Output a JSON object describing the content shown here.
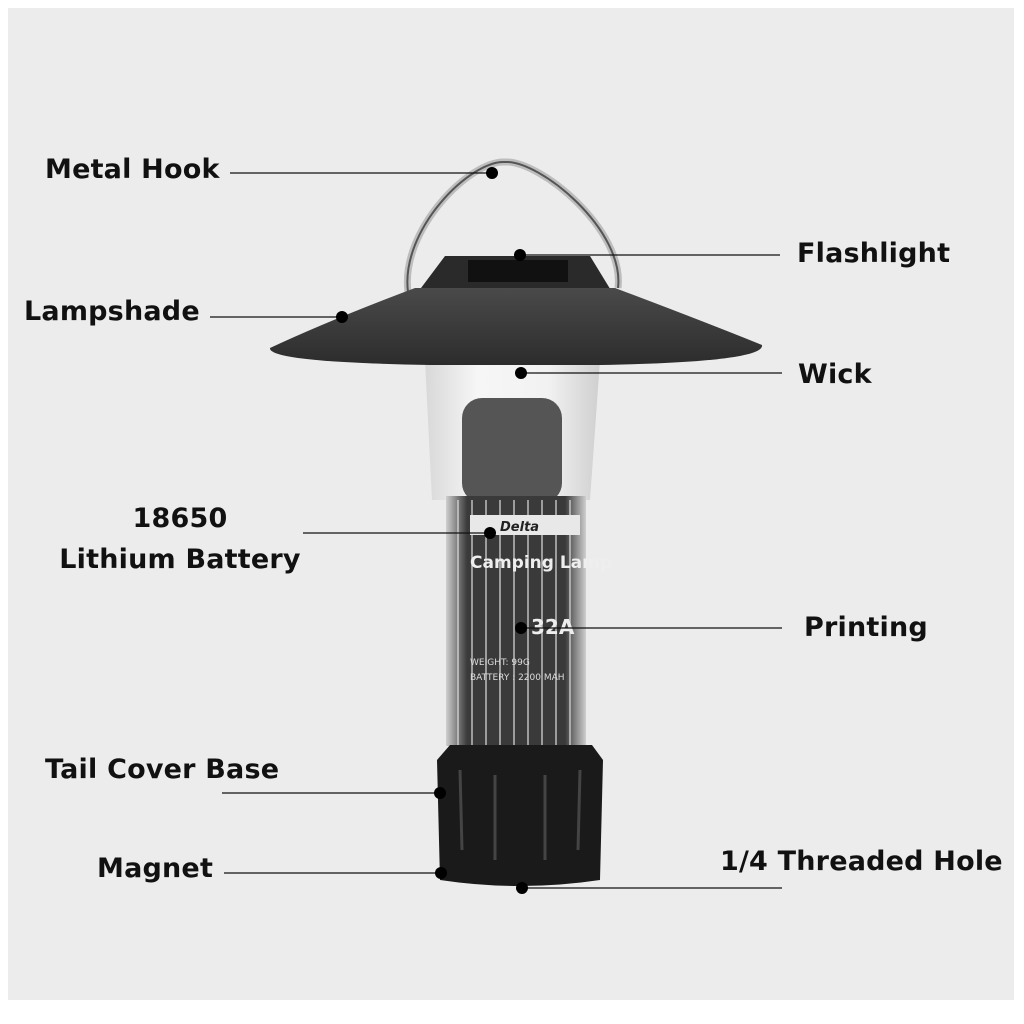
{
  "labels": {
    "metal_hook": "Metal Hook",
    "flashlight": "Flashlight",
    "lampshade": "Lampshade",
    "wick": "Wick",
    "battery_line1": "18650",
    "battery_line2": "Lithium Battery",
    "printing": "Printing",
    "tail_cover_base": "Tail Cover Base",
    "magnet": "Magnet",
    "threaded_hole": "1/4 Threaded Hole"
  },
  "product_printing": {
    "brand": "Delta",
    "title": "Camping Lamp",
    "model": "32A",
    "weight": "WEIGHT: 99G",
    "battery": "BATTERY : 2200 MAH"
  },
  "colors": {
    "background": "#ececec",
    "lamp_body": "#3a3a3a",
    "text": "#111111"
  }
}
